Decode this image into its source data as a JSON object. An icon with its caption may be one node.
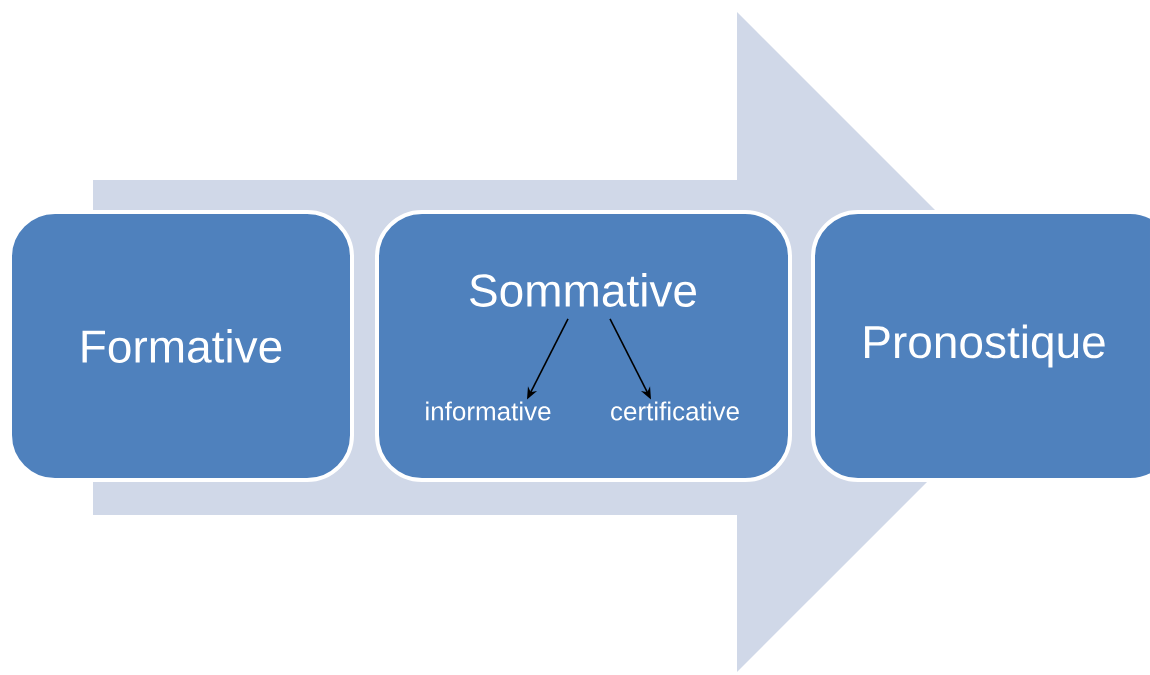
{
  "diagram": {
    "nodes": [
      {
        "text": [
          "Formative"
        ]
      },
      {
        "text": [],
        "shape": "box"
      },
      {
        "text": [
          "Sommative"
        ],
        "in": 1
      },
      {
        "text": [
          "informative"
        ],
        "in": 1
      },
      {
        "text": [
          "certificative"
        ],
        "in": 1
      },
      {
        "text": [
          "Pronostique"
        ]
      }
    ],
    "edges": [
      {
        "from": 0,
        "to": 5,
        "arrow": "to"
      },
      {
        "from": 2,
        "to": 3,
        "arrow": "to"
      },
      {
        "from": 2,
        "to": 4,
        "arrow": "to"
      }
    ]
  }
}
